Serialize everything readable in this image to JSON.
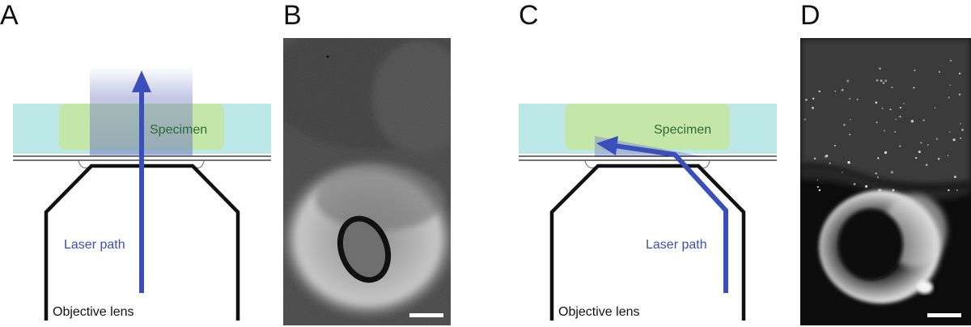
{
  "panels": {
    "a": {
      "letter": "A",
      "specimen_label": "Specimen",
      "laser_label": "Laser path",
      "objective_label": "Objective lens"
    },
    "b": {
      "letter": "B"
    },
    "c": {
      "letter": "C",
      "specimen_label": "Specimen",
      "laser_label": "Laser path",
      "objective_label": "Objective lens"
    },
    "d": {
      "letter": "D"
    }
  },
  "colors": {
    "coverslip_medium": "#bde8e8",
    "specimen": "#c5e6a9",
    "specimen_text": "#2e6b35",
    "laser": "#3a4fbb",
    "laser_glow": "#aab0dc",
    "objective": "#111111"
  }
}
